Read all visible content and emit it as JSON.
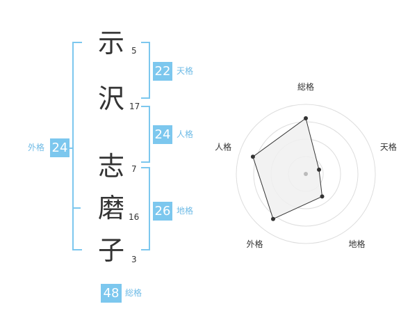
{
  "name": {
    "chars": [
      {
        "char": "示",
        "strokes": "5"
      },
      {
        "char": "沢",
        "strokes": "17"
      },
      {
        "char": "志",
        "strokes": "7"
      },
      {
        "char": "磨",
        "strokes": "16"
      },
      {
        "char": "子",
        "strokes": "3"
      }
    ]
  },
  "grades": {
    "tenkaku": {
      "label": "天格",
      "value": "22"
    },
    "jinkaku": {
      "label": "人格",
      "value": "24"
    },
    "chikaku": {
      "label": "地格",
      "value": "26"
    },
    "gaikaku": {
      "label": "外格",
      "value": "24"
    },
    "soukaku": {
      "label": "総格",
      "value": "48"
    }
  },
  "radar": {
    "axes": [
      "総格",
      "天格",
      "地格",
      "外格",
      "人格"
    ],
    "levels": 4,
    "values": [
      4,
      1,
      2,
      4,
      4
    ],
    "max": 5,
    "colors": {
      "grid": "#dddddd",
      "fill": "#f0f0f0",
      "stroke": "#333333",
      "point": "#333333",
      "center": "#bbbbbb"
    }
  },
  "colors": {
    "accent": "#7cc7ee",
    "text": "#333333"
  }
}
